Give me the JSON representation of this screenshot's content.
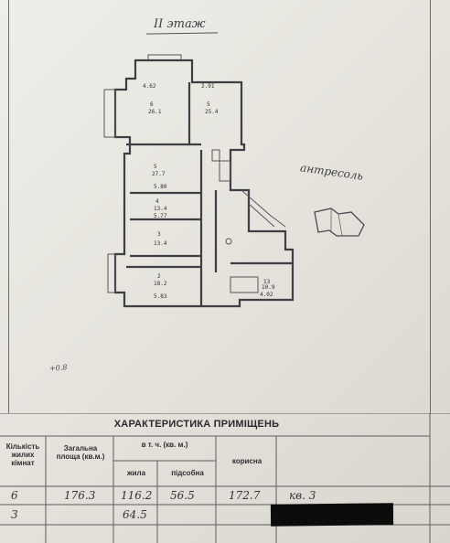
{
  "plan": {
    "floor_label": "II этаж",
    "mezzanine_label": "антресоль",
    "stamp": "+0.8",
    "rooms": [
      {
        "id": "6",
        "area": "26.1",
        "dim": "4.62"
      },
      {
        "id": "5",
        "area": "25.4",
        "dim": "2.91"
      },
      {
        "id": "5",
        "area": "27.7",
        "dim": "5.80"
      },
      {
        "id": "4",
        "area": "13.4",
        "dim": "5.77"
      },
      {
        "id": "3",
        "area": "13.4",
        "dim": ""
      },
      {
        "id": "2",
        "area": "18.2",
        "dim": "5.83"
      },
      {
        "id": "13",
        "area": "10.9",
        "dim": "4.02"
      }
    ]
  },
  "table": {
    "title": "ХАРАКТЕРИСТИКА ПРИМІЩЕНЬ",
    "headers": {
      "rooms": "Кількість жилих кімнат",
      "total": "Загальна площа (кв.м.)",
      "incl": "в т. ч. (кв. м.)",
      "living": "жила",
      "aux": "підсобна",
      "useful": "корисна"
    },
    "rows": [
      {
        "rooms": "6",
        "total": "176.3",
        "living": "116.2",
        "aux": "56.5",
        "useful": "172.7",
        "note": "кв. 3"
      },
      {
        "rooms": "3",
        "total": "",
        "living": "64.5",
        "aux": "",
        "useful": "",
        "note": ""
      }
    ]
  }
}
